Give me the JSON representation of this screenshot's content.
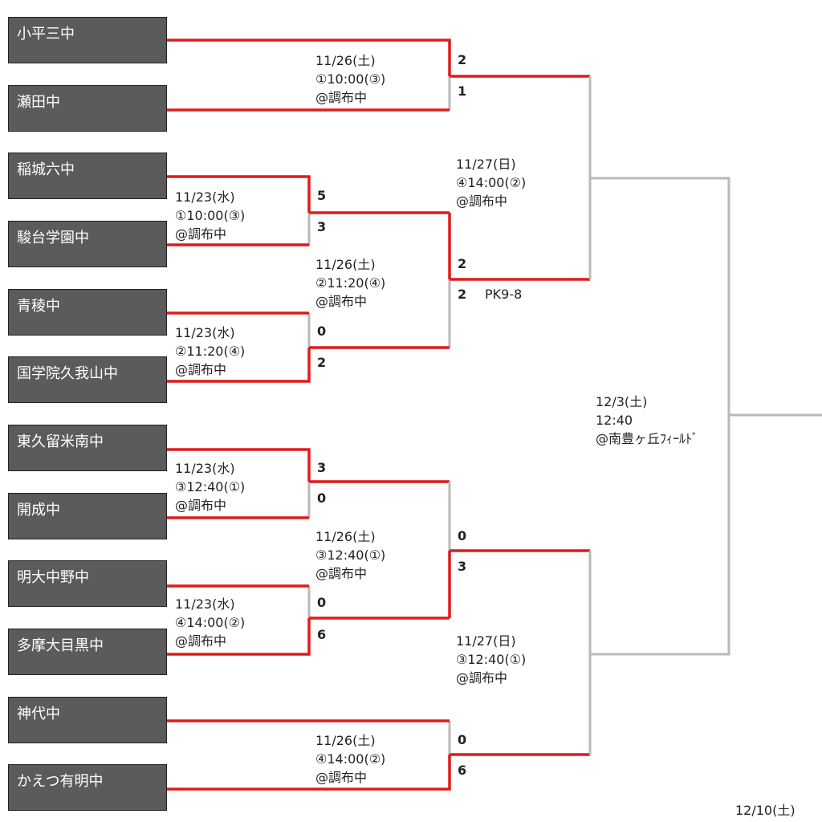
{
  "teams": [
    "小平三中",
    "瀬田中",
    "稲城六中",
    "駿台学園中",
    "青稜中",
    "国学院久我山中",
    "東久留米南中",
    "開成中",
    "明大中野中",
    "多摩大目黒中",
    "神代中",
    "かえつ有明中"
  ],
  "matches": [
    {
      "date": "11/23(水)",
      "time": "①10:00(③)",
      "venue": "@調布中"
    },
    {
      "date": "11/23(水)",
      "time": "②11:20(④)",
      "venue": "@調布中"
    },
    {
      "date": "11/23(水)",
      "time": "③12:40(①)",
      "venue": "@調布中"
    },
    {
      "date": "11/23(水)",
      "time": "④14:00(②)",
      "venue": "@調布中"
    },
    {
      "date": "11/26(土)",
      "time": "①10:00(③)",
      "venue": "@調布中"
    },
    {
      "date": "11/26(土)",
      "time": "②11:20(④)",
      "venue": "@調布中"
    },
    {
      "date": "11/26(土)",
      "time": "③12:40(①)",
      "venue": "@調布中"
    },
    {
      "date": "11/26(土)",
      "time": "④14:00(②)",
      "venue": "@調布中"
    },
    {
      "date": "11/27(日)",
      "time": "④14:00(②)",
      "venue": "@調布中"
    },
    {
      "date": "11/27(日)",
      "time": "③12:40(①)",
      "venue": "@調布中"
    },
    {
      "date": "12/3(土)",
      "time": "12:40",
      "venue": "@南豊ヶ丘ﾌｨｰﾙﾄﾞ"
    }
  ],
  "scores": [
    "5",
    "3",
    "0",
    "2",
    "3",
    "0",
    "0",
    "6",
    "2",
    "1",
    "2",
    "2",
    "0",
    "3",
    "0",
    "6"
  ],
  "pk_note": "PK9-8",
  "final_date": "12/10(土)"
}
